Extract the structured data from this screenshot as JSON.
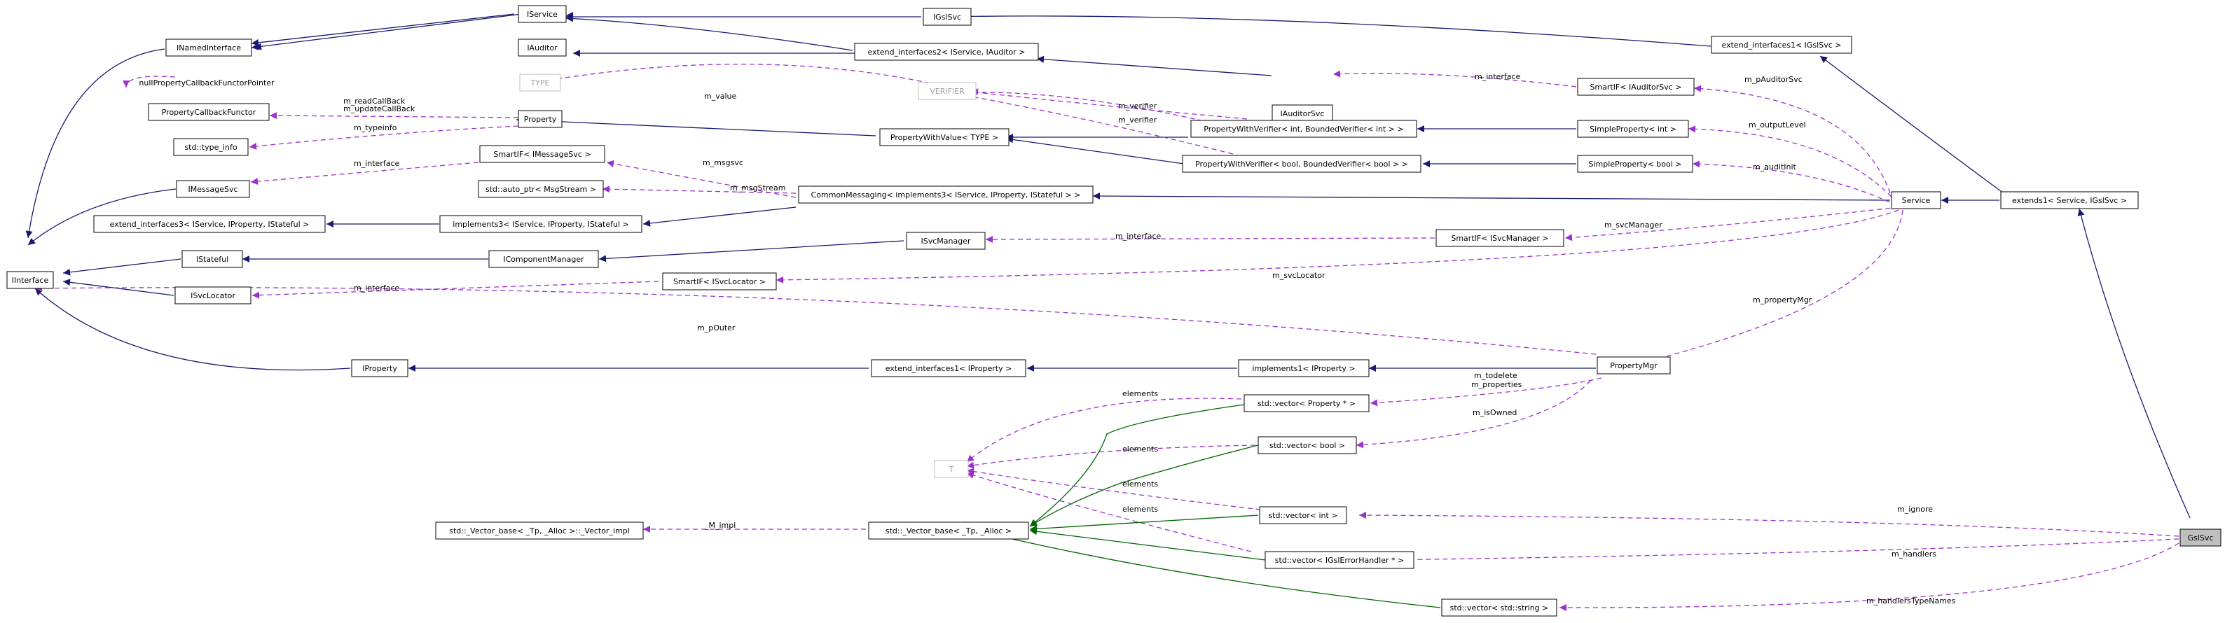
{
  "colors": {
    "inherit_edge": "#191970",
    "usage_edge": "#9a32cd",
    "template_edge": "#006400",
    "node_border": "#000000",
    "template_node_border": "#bfbfbf",
    "template_node_text": "#a0a0a0",
    "highlight_fill": "#bfbfbf",
    "node_fill": "#ffffff"
  },
  "nodes": [
    {
      "id": "IInterface",
      "label": "IInterface"
    },
    {
      "id": "INamedInterface",
      "label": "INamedInterface"
    },
    {
      "id": "IService",
      "label": "IService"
    },
    {
      "id": "IGslSvc",
      "label": "IGslSvc"
    },
    {
      "id": "IAuditor",
      "label": "IAuditor"
    },
    {
      "id": "extend_interfaces2",
      "label": "extend_interfaces2< IService, IAuditor >"
    },
    {
      "id": "extend_interfaces1_IGslSvc",
      "label": "extend_interfaces1< IGslSvc >"
    },
    {
      "id": "IAuditorSvc",
      "label": "IAuditorSvc"
    },
    {
      "id": "SmartIF_IAuditorSvc",
      "label": "SmartIF< IAuditorSvc >"
    },
    {
      "id": "nullPropertyCallbackFunctorPointer",
      "label": "nullPropertyCallbackFunctorPointer",
      "kind": "text"
    },
    {
      "id": "PropertyCallbackFunctor",
      "label": "PropertyCallbackFunctor"
    },
    {
      "id": "TYPE",
      "label": "TYPE",
      "kind": "template"
    },
    {
      "id": "Property",
      "label": "Property"
    },
    {
      "id": "VERIFIER",
      "label": "VERIFIER",
      "kind": "template"
    },
    {
      "id": "PWV_int",
      "label": "PropertyWithVerifier< int, BoundedVerifier< int > >"
    },
    {
      "id": "SimpleProperty_int",
      "label": "SimpleProperty< int >"
    },
    {
      "id": "std_type_info",
      "label": "std::type_info"
    },
    {
      "id": "PropertyWithValue",
      "label": "PropertyWithValue< TYPE >"
    },
    {
      "id": "PWV_bool",
      "label": "PropertyWithVerifier< bool, BoundedVerifier< bool > >"
    },
    {
      "id": "SimpleProperty_bool",
      "label": "SimpleProperty< bool >"
    },
    {
      "id": "SmartIF_IMessageSvc",
      "label": "SmartIF< IMessageSvc >"
    },
    {
      "id": "IMessageSvc",
      "label": "IMessageSvc"
    },
    {
      "id": "auto_ptr_MsgStream",
      "label": "std::auto_ptr< MsgStream >"
    },
    {
      "id": "CommonMessaging",
      "label": "CommonMessaging< implements3< IService, IProperty, IStateful > >"
    },
    {
      "id": "Service",
      "label": "Service"
    },
    {
      "id": "extends1",
      "label": "extends1< Service, IGslSvc >"
    },
    {
      "id": "extend_interfaces3",
      "label": "extend_interfaces3< IService, IProperty, IStateful >"
    },
    {
      "id": "implements3",
      "label": "implements3< IService, IProperty, IStateful >"
    },
    {
      "id": "IStateful",
      "label": "IStateful"
    },
    {
      "id": "IComponentManager",
      "label": "IComponentManager"
    },
    {
      "id": "ISvcManager",
      "label": "ISvcManager"
    },
    {
      "id": "SmartIF_ISvcManager",
      "label": "SmartIF< ISvcManager >"
    },
    {
      "id": "ISvcLocator",
      "label": "ISvcLocator"
    },
    {
      "id": "SmartIF_ISvcLocator",
      "label": "SmartIF< ISvcLocator >"
    },
    {
      "id": "IProperty",
      "label": "IProperty"
    },
    {
      "id": "extend_interfaces1_IProperty",
      "label": "extend_interfaces1< IProperty >"
    },
    {
      "id": "implements1_IProperty",
      "label": "implements1< IProperty >"
    },
    {
      "id": "PropertyMgr",
      "label": "PropertyMgr"
    },
    {
      "id": "vector_Property",
      "label": "std::vector< Property * >"
    },
    {
      "id": "T",
      "label": "T",
      "kind": "template"
    },
    {
      "id": "vector_bool",
      "label": "std::vector< bool >"
    },
    {
      "id": "vector_int",
      "label": "std::vector< int >"
    },
    {
      "id": "Vector_impl",
      "label": "std::_Vector_base< _Tp, _Alloc >::_Vector_impl"
    },
    {
      "id": "Vector_base",
      "label": "std::_Vector_base< _Tp, _Alloc >"
    },
    {
      "id": "vector_IGslErrorHandler",
      "label": "std::vector< IGslErrorHandler * >"
    },
    {
      "id": "vector_string",
      "label": "std::vector< std::string >"
    },
    {
      "id": "GslSvc",
      "label": "GslSvc",
      "kind": "highlight"
    }
  ],
  "edge_labels": [
    {
      "id": "m_interface_1",
      "label": "m_interface"
    },
    {
      "id": "m_pAuditorSvc",
      "label": "m_pAuditorSvc"
    },
    {
      "id": "m_readCallBack",
      "label": "m_readCallBack"
    },
    {
      "id": "m_updateCallBack",
      "label": "m_updateCallBack"
    },
    {
      "id": "m_value",
      "label": "m_value"
    },
    {
      "id": "m_verifier_1",
      "label": "m_verifier"
    },
    {
      "id": "m_verifier_2",
      "label": "m_verifier"
    },
    {
      "id": "m_outputLevel",
      "label": "m_outputLevel"
    },
    {
      "id": "m_typeinfo",
      "label": "m_typeinfo"
    },
    {
      "id": "m_auditInit",
      "label": "m_auditInit"
    },
    {
      "id": "m_msgsvc",
      "label": "m_msgsvc"
    },
    {
      "id": "m_interface_2",
      "label": "m_interface"
    },
    {
      "id": "m_msgStream",
      "label": "m_msgStream"
    },
    {
      "id": "m_svcManager",
      "label": "m_svcManager"
    },
    {
      "id": "m_interface_3",
      "label": "m_interface"
    },
    {
      "id": "m_svcLocator",
      "label": "m_svcLocator"
    },
    {
      "id": "m_interface_4",
      "label": "m_interface"
    },
    {
      "id": "m_propertyMgr",
      "label": "m_propertyMgr"
    },
    {
      "id": "m_pOuter",
      "label": "m_pOuter"
    },
    {
      "id": "m_todelete",
      "label": "m_todelete"
    },
    {
      "id": "m_properties",
      "label": "m_properties"
    },
    {
      "id": "elements_1",
      "label": "elements"
    },
    {
      "id": "m_isOwned",
      "label": "m_isOwned"
    },
    {
      "id": "elements_2",
      "label": "elements"
    },
    {
      "id": "elements_3",
      "label": "elements"
    },
    {
      "id": "elements_4",
      "label": "elements"
    },
    {
      "id": "M_impl",
      "label": "_M_impl"
    },
    {
      "id": "m_ignore",
      "label": "m_ignore"
    },
    {
      "id": "m_handlers",
      "label": "m_handlers"
    },
    {
      "id": "m_handlersTypeNames",
      "label": "m_handlersTypeNames"
    }
  ]
}
